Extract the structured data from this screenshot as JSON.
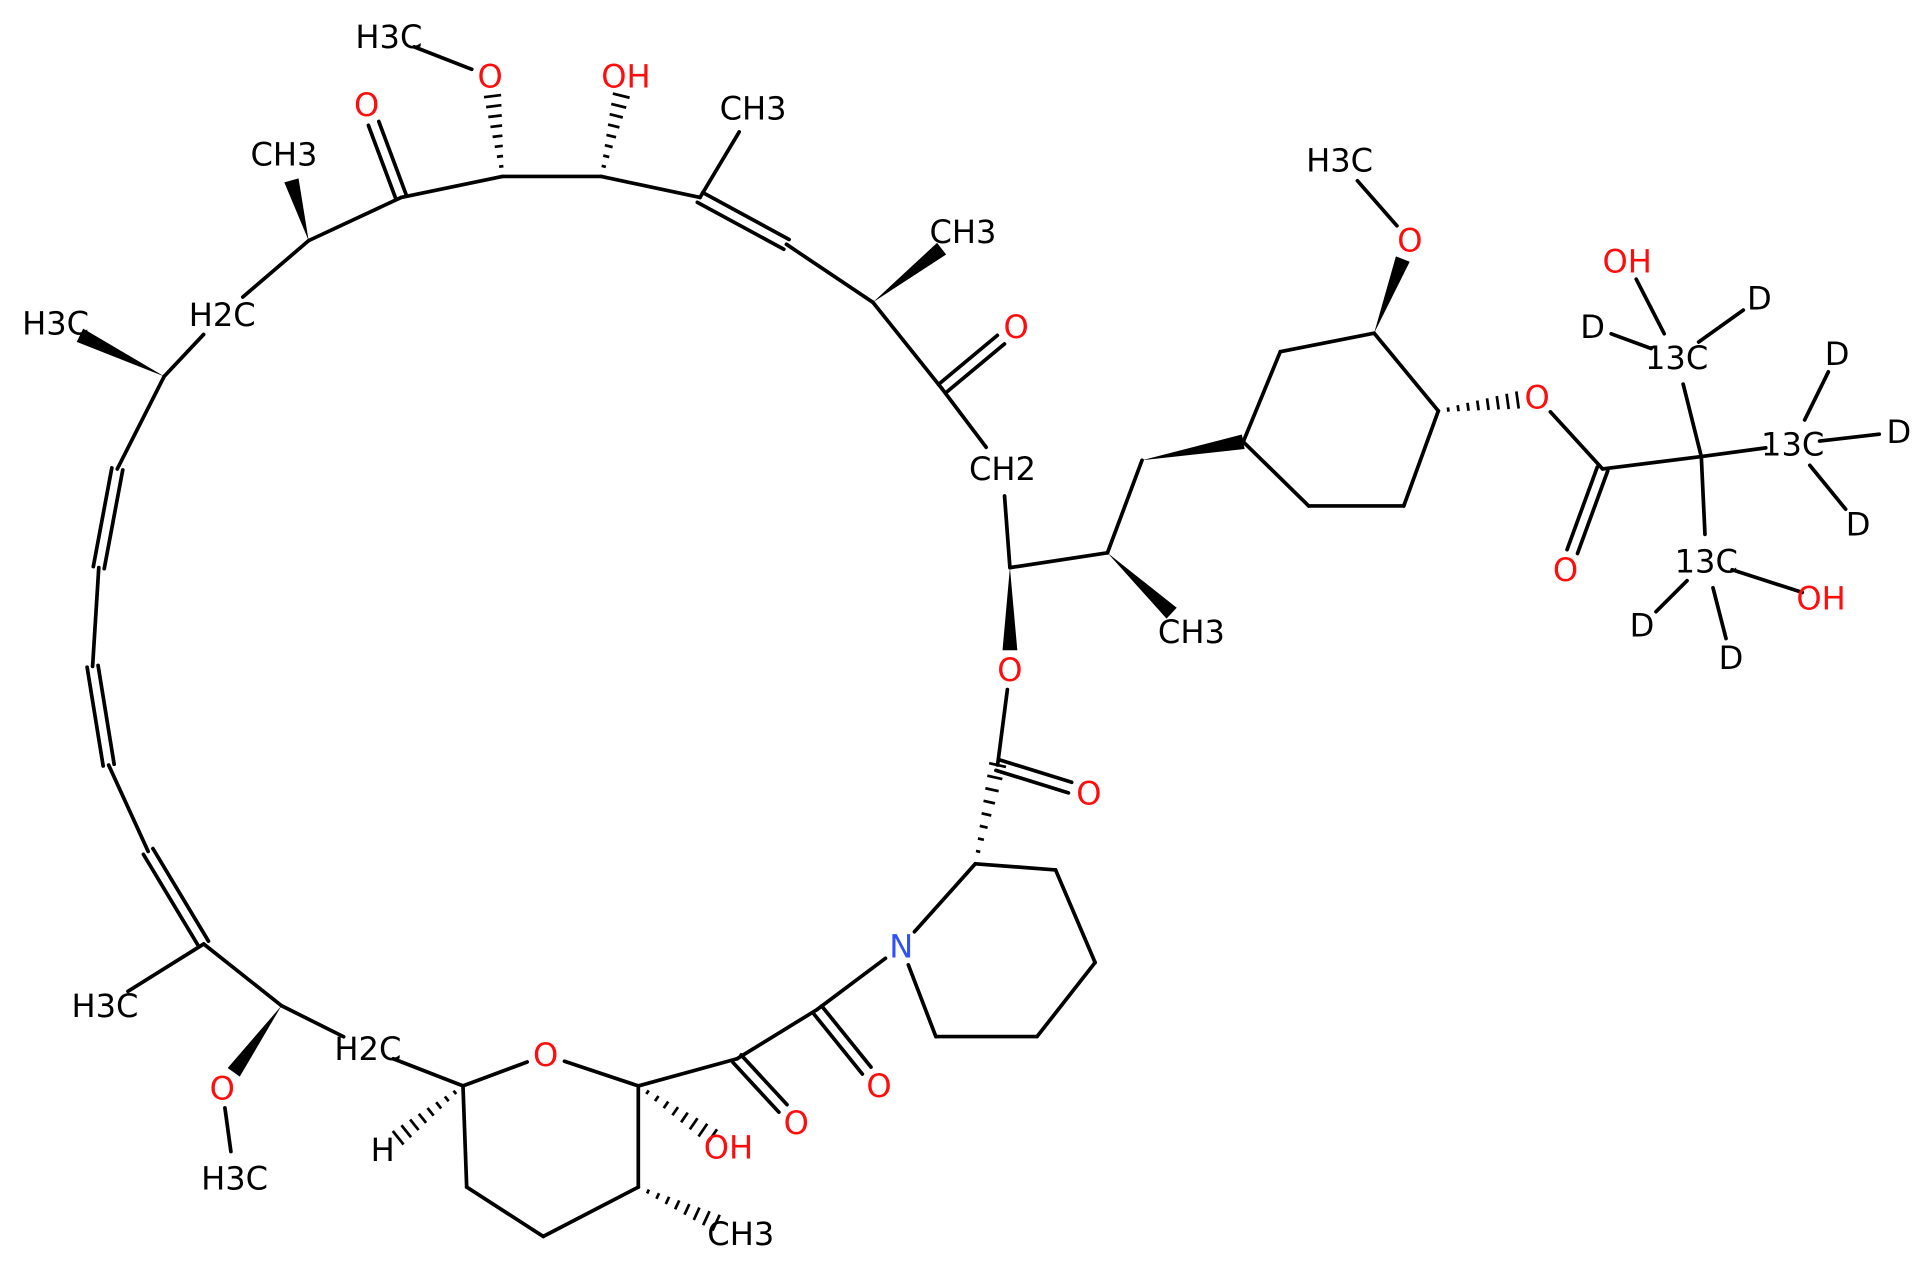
{
  "diagram": {
    "type": "chemical-structure",
    "colors": {
      "C": "#000000",
      "O": "#ff0d0d",
      "N": "#3050f8",
      "bond": "#000000"
    },
    "atoms": [
      {
        "id": "me1",
        "text": "H3C",
        "el": "C"
      },
      {
        "id": "o_m1",
        "text": "O",
        "el": "O"
      },
      {
        "id": "o_k1",
        "text": "O",
        "el": "O"
      },
      {
        "id": "oh1",
        "text": "OH",
        "el": "O"
      },
      {
        "id": "me2",
        "text": "CH3",
        "el": "C"
      },
      {
        "id": "me3",
        "text": "CH3",
        "el": "C"
      },
      {
        "id": "o_k2",
        "text": "O",
        "el": "O"
      },
      {
        "id": "ch2a",
        "text": "CH2",
        "el": "C"
      },
      {
        "id": "o_l",
        "text": "O",
        "el": "O"
      },
      {
        "id": "me4",
        "text": "CH3",
        "el": "C"
      },
      {
        "id": "o_m2",
        "text": "O",
        "el": "O"
      },
      {
        "id": "me5",
        "text": "H3C",
        "el": "C"
      },
      {
        "id": "o_e",
        "text": "O",
        "el": "O"
      },
      {
        "id": "o_k3",
        "text": "O",
        "el": "O"
      },
      {
        "id": "c13a",
        "text": "13C",
        "el": "C"
      },
      {
        "id": "oh2",
        "text": "OH",
        "el": "O"
      },
      {
        "id": "d1",
        "text": "D",
        "el": "C"
      },
      {
        "id": "d2",
        "text": "D",
        "el": "C"
      },
      {
        "id": "c13b",
        "text": "13C",
        "el": "C"
      },
      {
        "id": "d3",
        "text": "D",
        "el": "C"
      },
      {
        "id": "d4",
        "text": "D",
        "el": "C"
      },
      {
        "id": "d5",
        "text": "D",
        "el": "C"
      },
      {
        "id": "c13c",
        "text": "13C",
        "el": "C"
      },
      {
        "id": "oh3",
        "text": "OH",
        "el": "O"
      },
      {
        "id": "d6",
        "text": "D",
        "el": "C"
      },
      {
        "id": "d7",
        "text": "D",
        "el": "C"
      },
      {
        "id": "o_k4",
        "text": "O",
        "el": "O"
      },
      {
        "id": "n",
        "text": "N",
        "el": "N"
      },
      {
        "id": "o_k5",
        "text": "O",
        "el": "O"
      },
      {
        "id": "o_k6",
        "text": "O",
        "el": "O"
      },
      {
        "id": "oh4",
        "text": "OH",
        "el": "O"
      },
      {
        "id": "o_r",
        "text": "O",
        "el": "O"
      },
      {
        "id": "h1",
        "text": "H",
        "el": "C"
      },
      {
        "id": "me6",
        "text": "CH3",
        "el": "C"
      },
      {
        "id": "ch2b",
        "text": "H2C",
        "el": "C"
      },
      {
        "id": "o_m3",
        "text": "O",
        "el": "O"
      },
      {
        "id": "me7",
        "text": "H3C",
        "el": "C"
      },
      {
        "id": "me8",
        "text": "H3C",
        "el": "C"
      },
      {
        "id": "me9",
        "text": "H3C",
        "el": "C"
      },
      {
        "id": "ch2c",
        "text": "H2C",
        "el": "C"
      },
      {
        "id": "me10",
        "text": "CH3",
        "el": "C"
      }
    ]
  }
}
